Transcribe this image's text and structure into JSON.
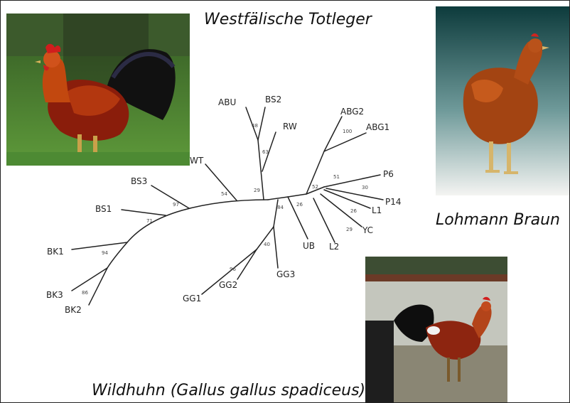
{
  "captions": {
    "top": "Westfälische Totleger",
    "right": "Lohmann Braun",
    "bottom": "Wildhuhn (Gallus gallus spadiceus)"
  },
  "tree": {
    "leaves": {
      "ABU": "ABU",
      "BS2": "BS2",
      "RW": "RW",
      "WT": "WT",
      "BS3": "BS3",
      "BS1": "BS1",
      "BK1": "BK1",
      "BK3": "BK3",
      "BK2": "BK2",
      "GG1": "GG1",
      "GG2": "GG2",
      "GG3": "GG3",
      "UB": "UB",
      "L2": "L2",
      "YC": "YC",
      "L1": "L1",
      "P14": "P14",
      "P6": "P6",
      "ABG1": "ABG1",
      "ABG2": "ABG2"
    },
    "bootstrap": {
      "abu_bs2": "48",
      "rw": "63",
      "abg": "100",
      "wt": "54",
      "root": "29",
      "bs3": "97",
      "bs1": "71",
      "bk1": "94",
      "bk": "86",
      "gg": "40",
      "gg2": "96",
      "ub": "84",
      "lohmann": "26",
      "lb": "52",
      "p6": "51",
      "p14": "30",
      "l1": "26",
      "yc": "29"
    }
  }
}
